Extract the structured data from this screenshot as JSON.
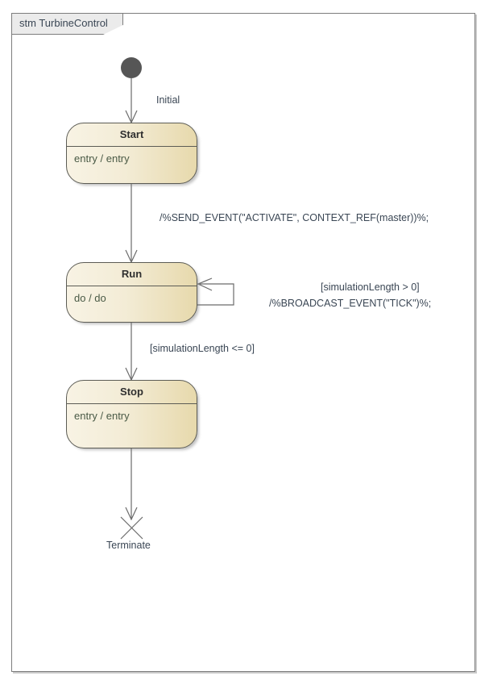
{
  "frame": {
    "title": "stm TurbineControl"
  },
  "nodes": {
    "initial": {
      "kind": "initial-pseudostate",
      "label": "Initial"
    },
    "start": {
      "name": "Start",
      "body": "entry / entry"
    },
    "run": {
      "name": "Run",
      "body": "do / do"
    },
    "stop": {
      "name": "Stop",
      "body": "entry / entry"
    },
    "terminate": {
      "kind": "terminate-node",
      "label": "Terminate"
    }
  },
  "transitions": {
    "initial_to_start": {
      "label": "Initial"
    },
    "start_to_run": {
      "label": "/%SEND_EVENT(\"ACTIVATE\", CONTEXT_REF(master))%;"
    },
    "run_self_loop": {
      "guard": "[simulationLength > 0]",
      "effect": "/%BROADCAST_EVENT(\"TICK\")%;"
    },
    "run_to_stop": {
      "guard": "[simulationLength <= 0]"
    },
    "stop_to_terminate": {
      "label": "Terminate"
    }
  },
  "colors": {
    "frame_border": "#7d7d7d",
    "tab_fill": "#ebebeb",
    "state_border": "#5c5c55",
    "state_fill_light": "#f8f3e4",
    "state_fill_dark": "#e7d9ac",
    "initial_fill": "#565656",
    "connector": "#6b6b6b",
    "label_text": "#3a4654",
    "body_text": "#4a5a46"
  }
}
